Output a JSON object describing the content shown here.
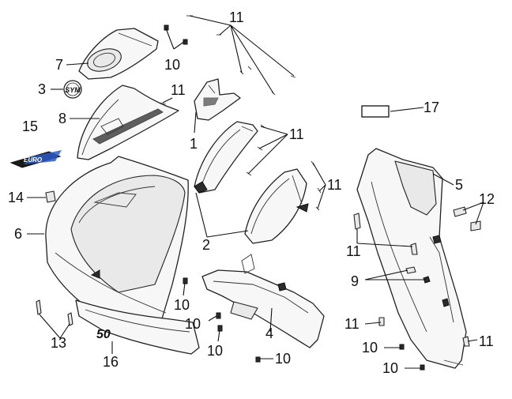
{
  "callouts": {
    "c1": "1",
    "c2": "2",
    "c3": "3",
    "c4": "4",
    "c5": "5",
    "c6": "6",
    "c7": "7",
    "c8": "8",
    "c9": "9",
    "c10a": "10",
    "c10b": "10",
    "c10c": "10",
    "c10d": "10",
    "c10e": "10",
    "c10f": "10",
    "c10g": "10",
    "c11a": "11",
    "c11b": "11",
    "c11c": "11",
    "c11d": "11",
    "c11e": "11",
    "c11f": "11",
    "c11g": "11",
    "c12": "12",
    "c13": "13",
    "c14": "14",
    "c15": "15",
    "c16": "16",
    "c17": "17"
  },
  "decals": {
    "sym_logo": "SYM",
    "euro_decal": "EURO",
    "fifty_decal": "50"
  }
}
